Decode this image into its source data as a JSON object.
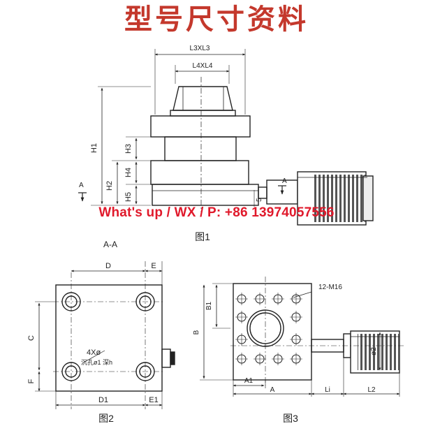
{
  "header": {
    "title": "型号尺寸资料"
  },
  "contact": {
    "text": "What's up / WX / P: +86 13974057556"
  },
  "figure1": {
    "caption": "图1",
    "dims": {
      "top_outer": "L3XL3",
      "top_inner": "L4XL4",
      "h1": "H1",
      "h2": "H2",
      "h3": "H3",
      "h4": "H4",
      "h5": "H5",
      "section_left": "A",
      "section_right": "A",
      "lower": "5"
    }
  },
  "figure2": {
    "caption": "图2",
    "section_title": "A-A",
    "dims": {
      "d": "D",
      "e": "E",
      "c": "C",
      "f": "F",
      "d1": "D1",
      "e1": "E1"
    },
    "hole_note_1": "4Xø",
    "hole_note_2": "沉孔ø1 深h"
  },
  "figure3": {
    "caption": "图3",
    "dims": {
      "thread": "12-M16",
      "b1": "B1",
      "b": "B",
      "a1": "A1",
      "a": "A",
      "li": "Li",
      "l2": "L2",
      "dia2": "ø2"
    }
  },
  "colors": {
    "title": "#c4382c",
    "contact": "#e0192b",
    "line": "#222222"
  }
}
